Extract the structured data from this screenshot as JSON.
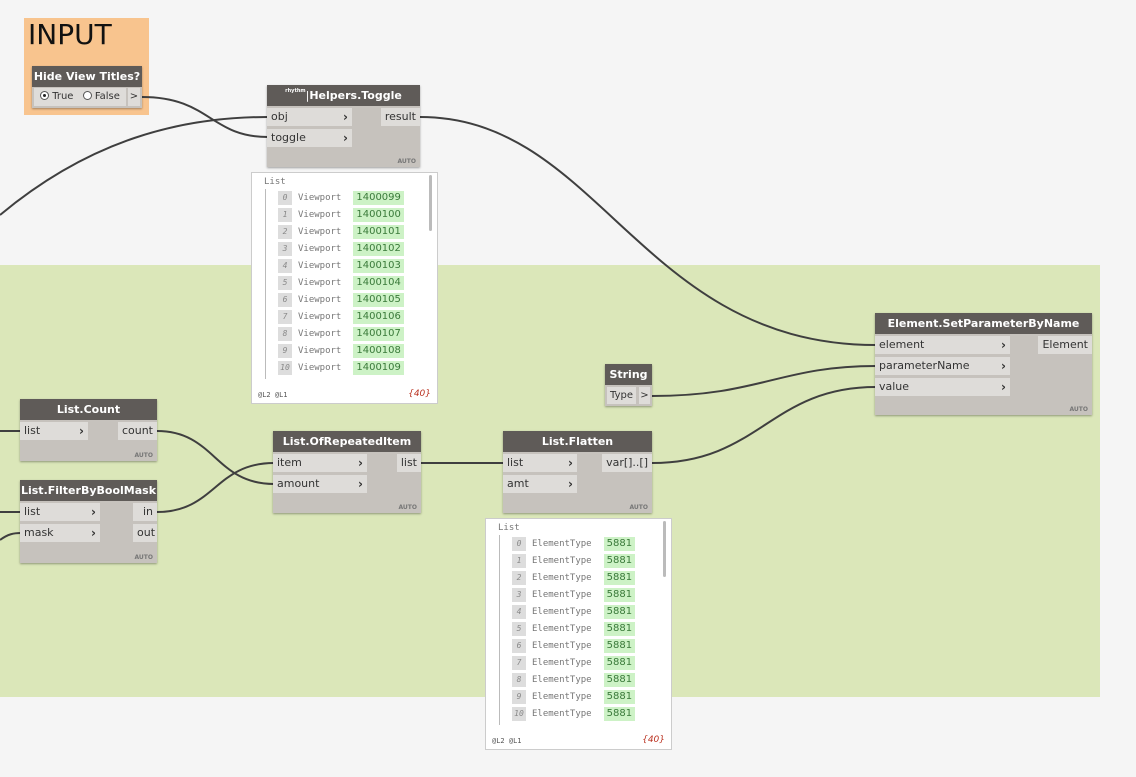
{
  "groups": {
    "input_title": "INPUT"
  },
  "hide_view_titles": {
    "title": "Hide View Titles?",
    "true_label": "True",
    "false_label": "False",
    "selected": "True",
    "out": ">"
  },
  "helpers_toggle": {
    "prefix": "rhythm",
    "title": "Helpers.Toggle",
    "in1": "obj",
    "in2": "toggle",
    "out": "result",
    "auto": "AUTO"
  },
  "viewport_preview": {
    "title": "List",
    "rows": [
      {
        "idx": "0",
        "type": "Viewport",
        "val": "1400099"
      },
      {
        "idx": "1",
        "type": "Viewport",
        "val": "1400100"
      },
      {
        "idx": "2",
        "type": "Viewport",
        "val": "1400101"
      },
      {
        "idx": "3",
        "type": "Viewport",
        "val": "1400102"
      },
      {
        "idx": "4",
        "type": "Viewport",
        "val": "1400103"
      },
      {
        "idx": "5",
        "type": "Viewport",
        "val": "1400104"
      },
      {
        "idx": "6",
        "type": "Viewport",
        "val": "1400105"
      },
      {
        "idx": "7",
        "type": "Viewport",
        "val": "1400106"
      },
      {
        "idx": "8",
        "type": "Viewport",
        "val": "1400107"
      },
      {
        "idx": "9",
        "type": "Viewport",
        "val": "1400108"
      },
      {
        "idx": "10",
        "type": "Viewport",
        "val": "1400109"
      }
    ],
    "footer": "@L2 @L1",
    "count": "{40}"
  },
  "set_param": {
    "title": "Element.SetParameterByName",
    "in1": "element",
    "in2": "parameterName",
    "in3": "value",
    "out": "Element",
    "auto": "AUTO"
  },
  "string_node": {
    "title": "String",
    "in1": "Type",
    "out": ">"
  },
  "list_count": {
    "title": "List.Count",
    "in1": "list",
    "out": "count",
    "auto": "AUTO"
  },
  "filter_mask": {
    "title": "List.FilterByBoolMask",
    "in1": "list",
    "in2": "mask",
    "out1": "in",
    "out2": "out",
    "auto": "AUTO"
  },
  "repeated": {
    "title": "List.OfRepeatedItem",
    "in1": "item",
    "in2": "amount",
    "out": "list",
    "auto": "AUTO"
  },
  "flatten": {
    "title": "List.Flatten",
    "in1": "list",
    "in2": "amt",
    "out": "var[]..[]",
    "auto": "AUTO"
  },
  "elementtype_preview": {
    "title": "List",
    "rows": [
      {
        "idx": "0",
        "type": "ElementType",
        "val": "5881"
      },
      {
        "idx": "1",
        "type": "ElementType",
        "val": "5881"
      },
      {
        "idx": "2",
        "type": "ElementType",
        "val": "5881"
      },
      {
        "idx": "3",
        "type": "ElementType",
        "val": "5881"
      },
      {
        "idx": "4",
        "type": "ElementType",
        "val": "5881"
      },
      {
        "idx": "5",
        "type": "ElementType",
        "val": "5881"
      },
      {
        "idx": "6",
        "type": "ElementType",
        "val": "5881"
      },
      {
        "idx": "7",
        "type": "ElementType",
        "val": "5881"
      },
      {
        "idx": "8",
        "type": "ElementType",
        "val": "5881"
      },
      {
        "idx": "9",
        "type": "ElementType",
        "val": "5881"
      },
      {
        "idx": "10",
        "type": "ElementType",
        "val": "5881"
      }
    ],
    "footer": "@L2 @L1",
    "count": "{40}"
  }
}
